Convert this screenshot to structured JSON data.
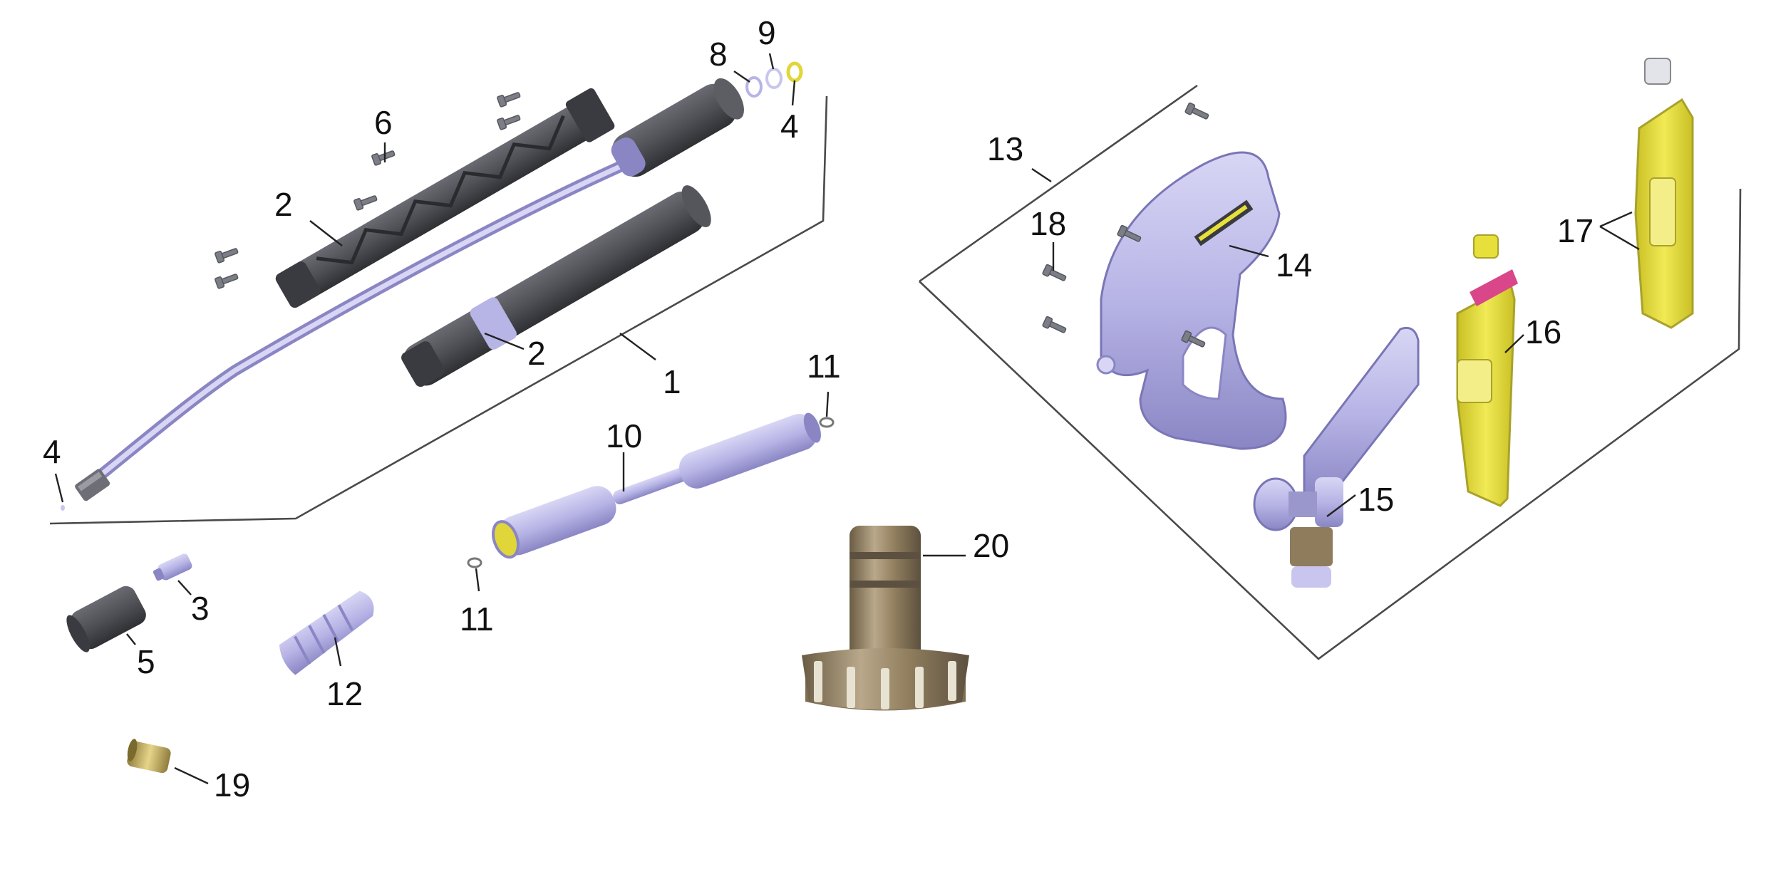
{
  "colors": {
    "lavender": "#b7b4e6",
    "lavender_dark": "#8a86c4",
    "dark_grey": "#4f5055",
    "charcoal": "#3a3b40",
    "yellow": "#e8e03a",
    "magenta": "#d9468a",
    "brass": "#c9b46a",
    "bronze": "#8e7c5c"
  },
  "parts": {
    "p1": "1",
    "p2a": "2",
    "p2b": "2",
    "p3": "3",
    "p4a": "4",
    "p4b": "4",
    "p5": "5",
    "p6": "6",
    "p8": "8",
    "p9": "9",
    "p10": "10",
    "p11a": "11",
    "p11b": "11",
    "p12": "12",
    "p13": "13",
    "p14": "14",
    "p15": "15",
    "p16": "16",
    "p17": "17",
    "p18": "18",
    "p19": "19",
    "p20": "20"
  },
  "icons": [
    "lance-tube",
    "handle-shell",
    "grip-sleeve",
    "screw",
    "o-ring",
    "nozzle-cap",
    "nozzle-insert",
    "spray-lance",
    "rotor-nozzle",
    "adapter-fitting",
    "hose-connector",
    "gun-housing",
    "trigger-valve",
    "trigger-lever"
  ]
}
